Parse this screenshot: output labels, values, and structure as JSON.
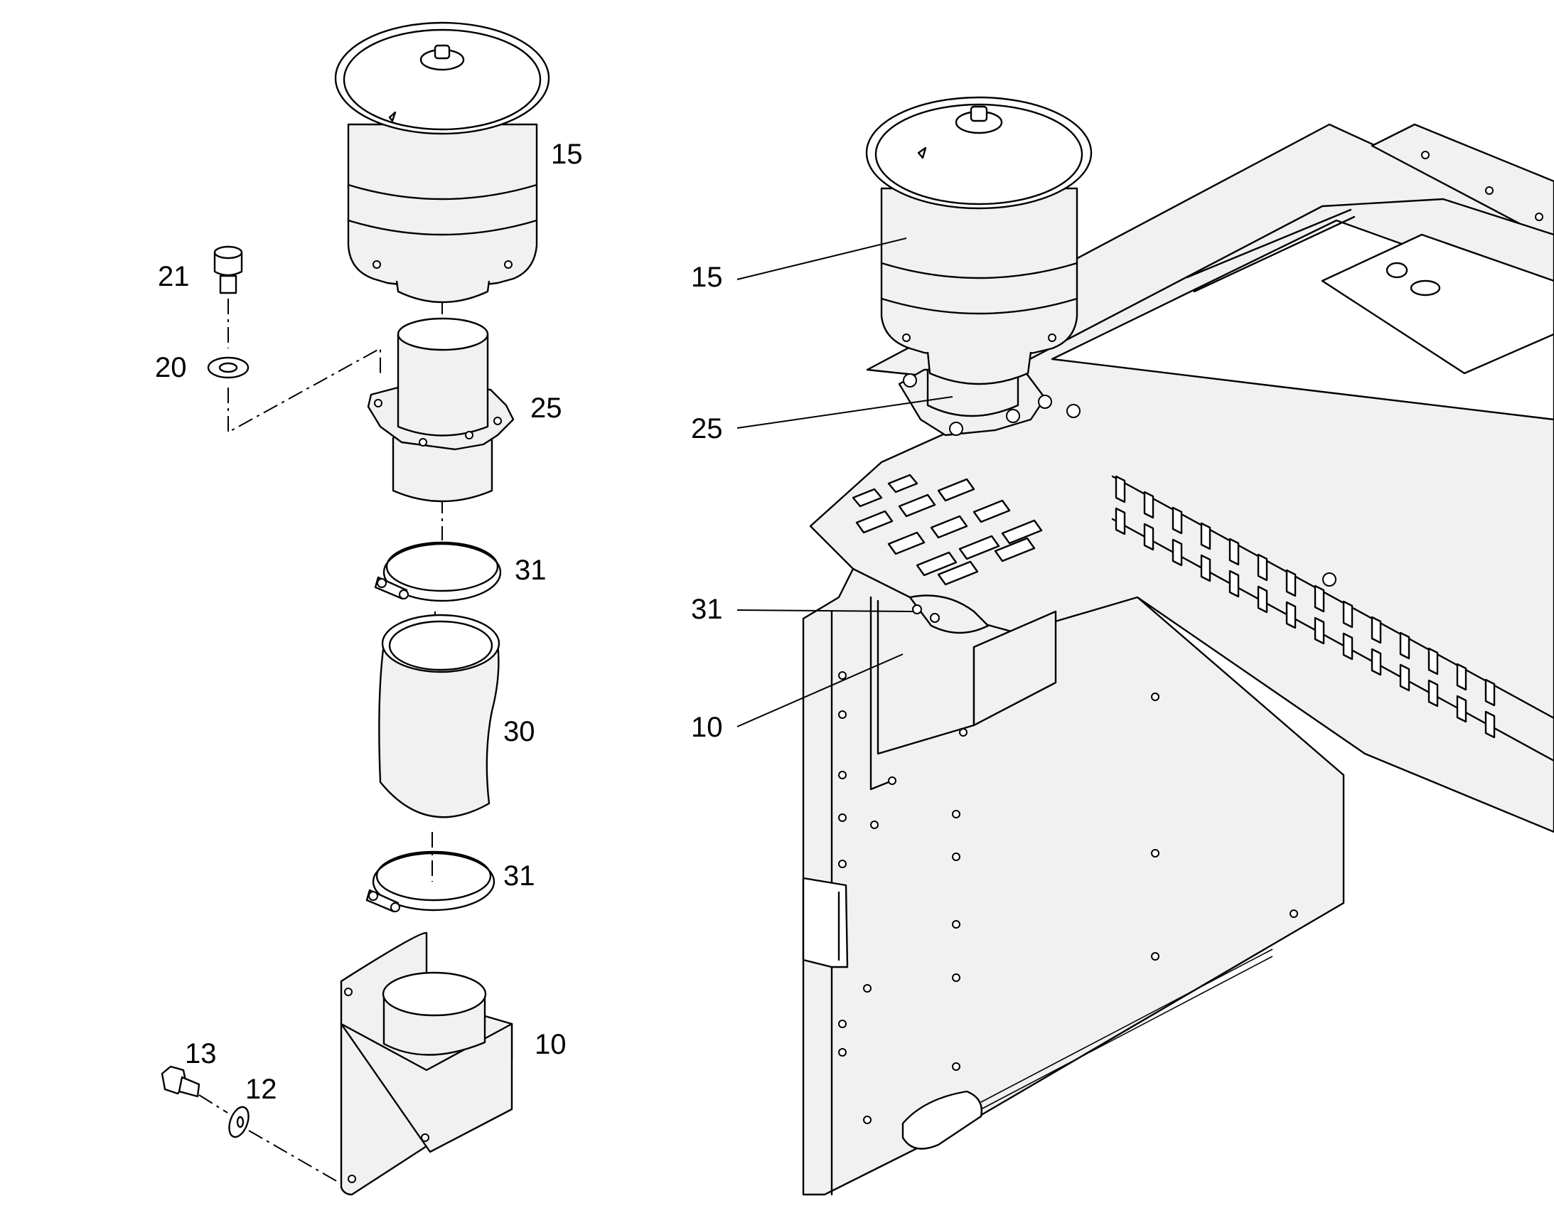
{
  "callouts": {
    "exploded": {
      "air_cleaner": "15",
      "screw": "21",
      "washer": "20",
      "adapter_flange": "25",
      "hose_clamp_upper": "31",
      "hose": "30",
      "hose_clamp_lower": "31",
      "intake_bracket": "10",
      "bolt": "13",
      "washer_lower": "12"
    },
    "assembled": {
      "air_cleaner": "15",
      "adapter_flange": "25",
      "hose_clamp": "31",
      "intake_bracket": "10"
    }
  }
}
